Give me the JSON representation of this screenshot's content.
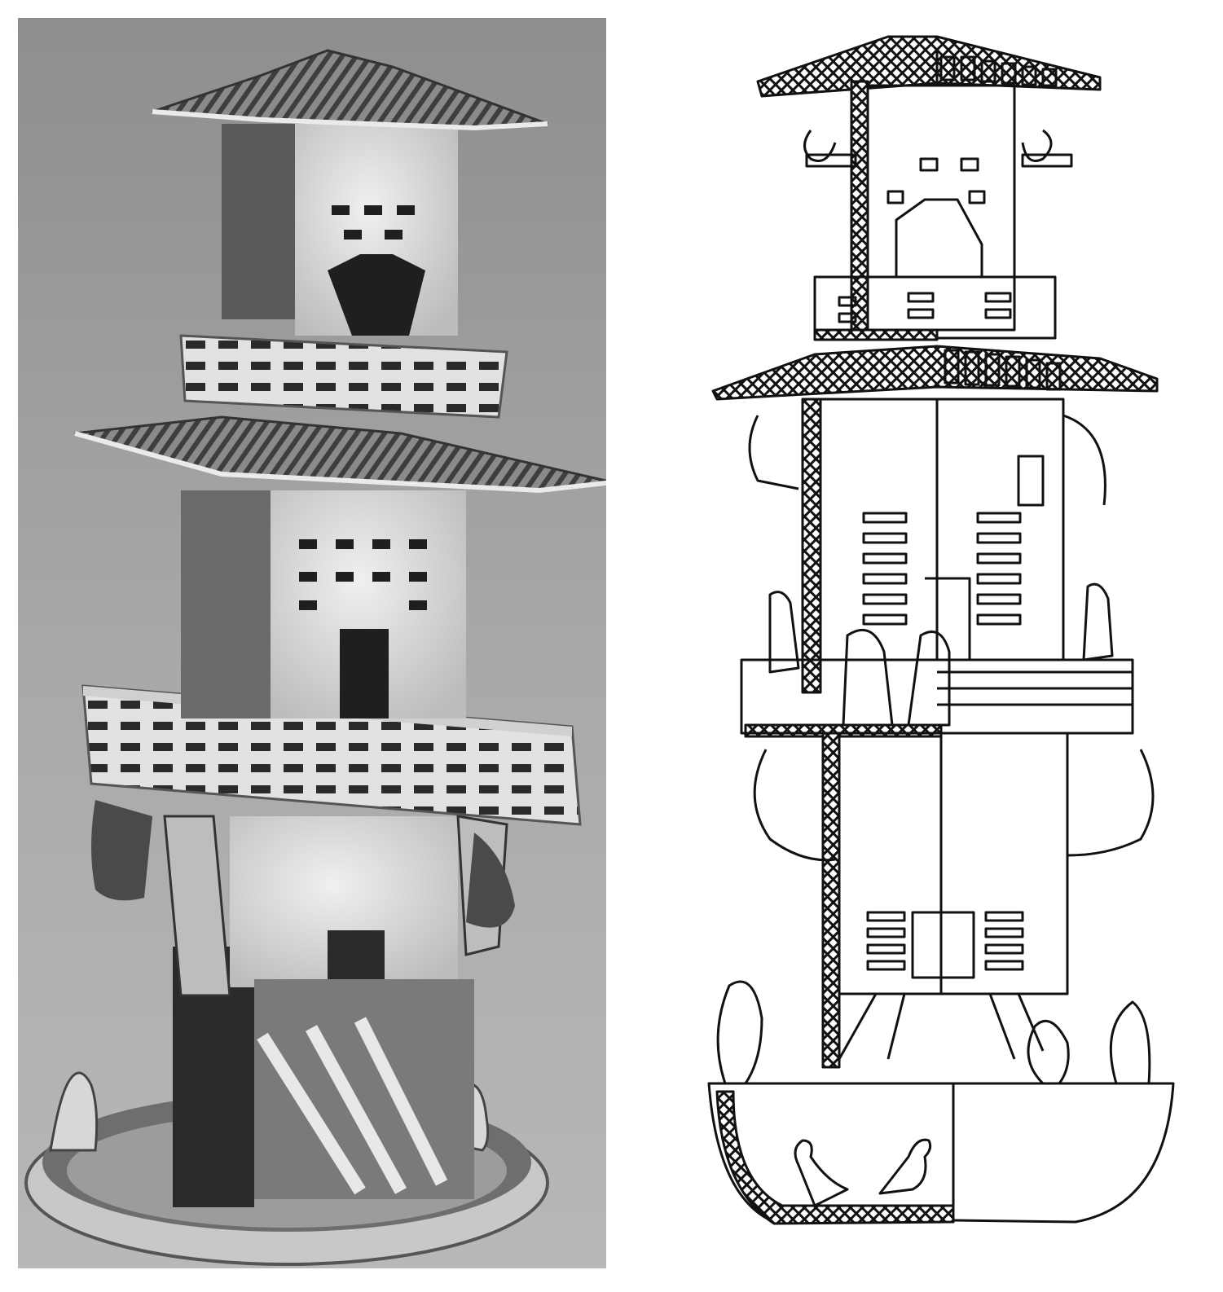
{
  "figure": {
    "left_panel": {
      "kind": "photograph",
      "subject": "pottery-tower-model"
    },
    "right_panel": {
      "kind": "line-drawing",
      "subject": "pottery-tower-model-cross-section"
    }
  },
  "colors": {
    "background": "#ffffff",
    "photo_ground": "#9a9a9a",
    "clay_light": "#e6e6e6",
    "clay_mid": "#bcbcbc",
    "clay_dark": "#3a3a3a",
    "ink": "#111111"
  }
}
